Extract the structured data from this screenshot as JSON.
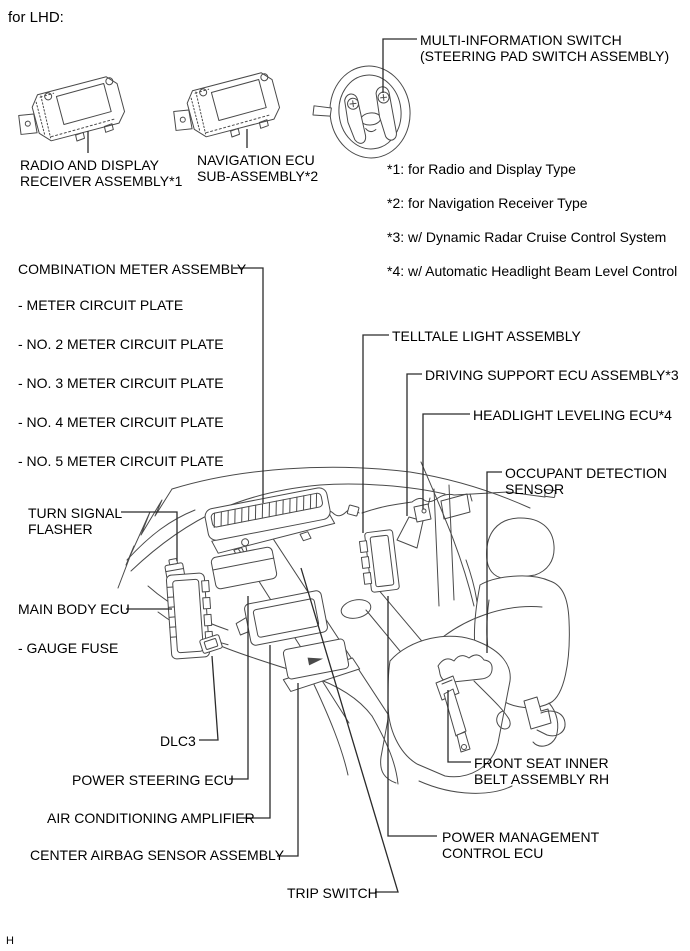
{
  "meta": {
    "variant_header": "for LHD:",
    "page_mark": "H"
  },
  "colors": {
    "background": "#ffffff",
    "line_art": "#4a4a4a",
    "leader_lines": "#2b2b2b",
    "text": "#000000"
  },
  "component_labels": {
    "radio": "RADIO AND DISPLAY\nRECEIVER ASSEMBLY*1",
    "navigation": "NAVIGATION ECU\nSUB-ASSEMBLY*2",
    "multi_info_switch": "MULTI-INFORMATION SWITCH\n(STEERING PAD SWITCH ASSEMBLY)",
    "combination_meter": "COMBINATION METER ASSEMBLY",
    "telltale": "TELLTALE LIGHT ASSEMBLY",
    "driving_support": "DRIVING SUPPORT ECU ASSEMBLY*3",
    "headlight_leveling": "HEADLIGHT LEVELING ECU*4",
    "occupant_detection": "OCCUPANT DETECTION\nSENSOR",
    "turn_signal_flasher": "TURN SIGNAL\nFLASHER",
    "main_body_ecu": "MAIN BODY ECU",
    "gauge_fuse": "- GAUGE FUSE",
    "dlc3": "DLC3",
    "power_steering": "POWER STEERING ECU",
    "ac_amplifier": "AIR CONDITIONING AMPLIFIER",
    "center_airbag": "CENTER AIRBAG SENSOR ASSEMBLY",
    "trip_switch": "TRIP SWITCH",
    "front_seat_inner_belt": "FRONT SEAT INNER\nBELT ASSEMBLY RH",
    "power_management": "POWER MANAGEMENT\nCONTROL ECU"
  },
  "meter_plates": [
    "- METER CIRCUIT PLATE",
    "- NO. 2 METER CIRCUIT PLATE",
    "- NO. 3 METER CIRCUIT PLATE",
    "- NO. 4 METER CIRCUIT PLATE",
    "- NO. 5 METER CIRCUIT PLATE"
  ],
  "footnotes": [
    "*1: for Radio and Display Type",
    "*2: for Navigation Receiver Type",
    "*3: w/ Dynamic Radar Cruise Control System",
    "*4: w/ Automatic Headlight Beam Level Control"
  ]
}
